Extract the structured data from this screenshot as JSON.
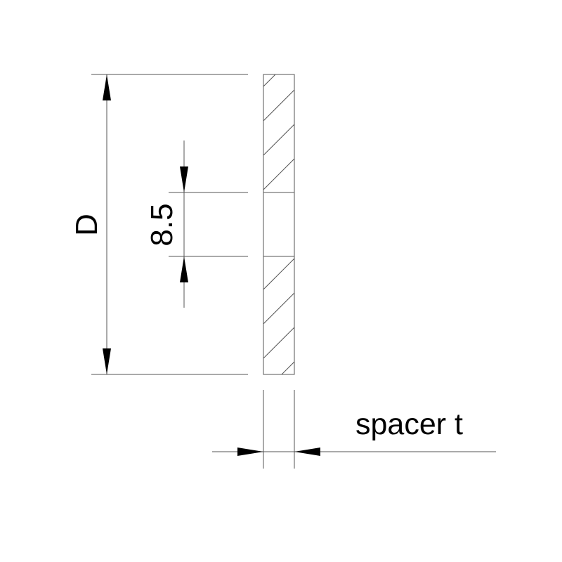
{
  "dimensions": {
    "outer_diameter_label": "D",
    "hole_diameter_label": "8.5",
    "thickness_label": "spacer t"
  },
  "colors": {
    "line": "#555555",
    "arrow": "#000000",
    "hatch": "#555555"
  }
}
